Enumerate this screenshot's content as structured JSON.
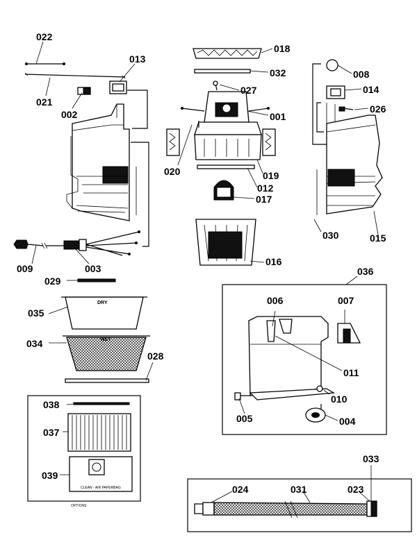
{
  "parts": {
    "p022": "022",
    "p021": "021",
    "p013": "013",
    "p002": "002",
    "p018": "018",
    "p032": "032",
    "p027": "027",
    "p001": "001",
    "p020": "020",
    "p019": "019",
    "p012": "012",
    "p017": "017",
    "p008": "008",
    "p014": "014",
    "p026": "026",
    "p030": "030",
    "p015": "015",
    "p009": "009",
    "p003": "003",
    "p029": "029",
    "p016": "016",
    "p036": "036",
    "p035": "035",
    "p034": "034",
    "p028": "028",
    "p006": "006",
    "p007": "007",
    "p011": "011",
    "p010": "010",
    "p005": "005",
    "p004": "004",
    "p038": "038",
    "p037": "037",
    "p039": "039",
    "p033": "033",
    "p024": "024",
    "p031": "031",
    "p023": "023"
  },
  "text": {
    "dry": "DRY",
    "wet": "WET",
    "paperbag": "CLEAN - AIR PAPERBAG",
    "options": "OPTIONS"
  }
}
